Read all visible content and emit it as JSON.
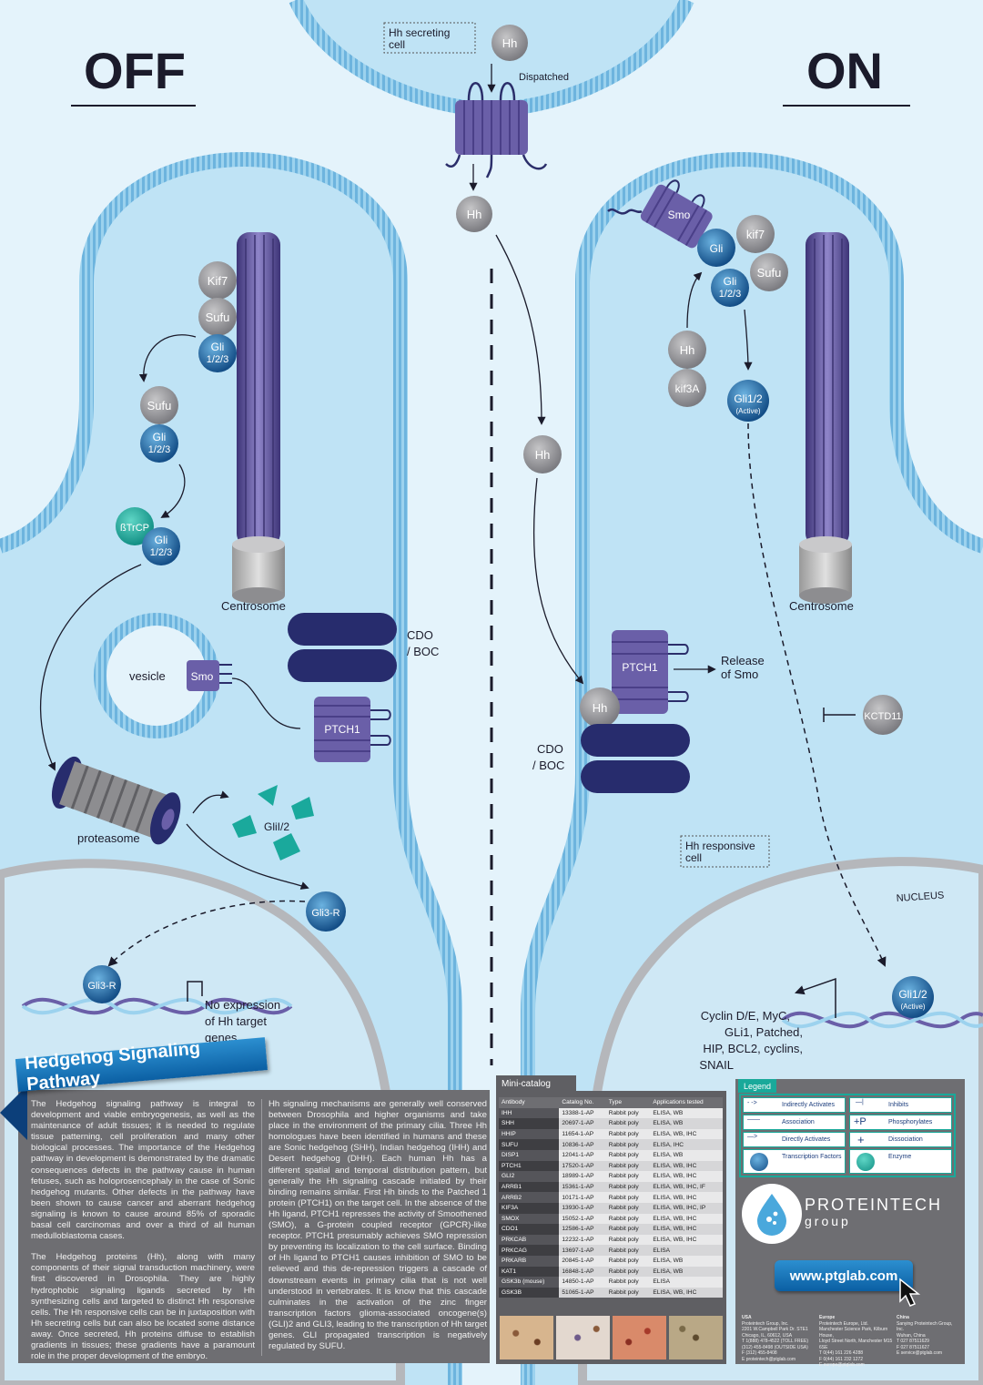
{
  "headings": {
    "off": "OFF",
    "on": "ON"
  },
  "labels": {
    "hh_secreting_cell_line1": "Hh secreting",
    "hh_secreting_cell_line2": "cell",
    "dispatched": "Dispatched",
    "hh": "Hh",
    "kif7": "Kif7",
    "kif7_lower": "kif7",
    "sufu": "Sufu",
    "gli": "Gli",
    "gli_123": "1/2/3",
    "btrcp": "ßTrCP",
    "centrosome": "Centrosome",
    "cdo_boc_line1": "CDO",
    "cdo_boc_line2": "/ BOC",
    "vesicle": "vesicle",
    "smo": "Smo",
    "ptch1": "PTCH1",
    "proteasome": "proteasome",
    "gli12": "GliI/2",
    "gli3r": "Gli3-R",
    "no_expr_line1": "No expression",
    "no_expr_line2": "of Hh target",
    "no_expr_line3": "genes",
    "release_line1": "Release",
    "release_line2": "of Smo",
    "kif3a": "kif3A",
    "gli12_active": "Gli1/2",
    "active": "(Active)",
    "kctd11": "KCTD11",
    "hh_responsive_line1": "Hh responsive",
    "hh_responsive_line2": "cell",
    "nucleus": "NUCLEUS",
    "targets": [
      "Cyclin D/E, MyC,",
      "GLi1, Patched,",
      "HIP, BCL2, cyclins,",
      "SNAIL"
    ]
  },
  "info": {
    "title": "Hedgehog Signaling Pathway",
    "col1_p1": "The Hedgehog signaling pathway is integral to development and viable embryogenesis, as well as the maintenance of adult tissues; it is needed to regulate tissue patterning, cell proliferation and many other biological processes. The importance of the Hedgehog pathway in development is demonstrated by the dramatic consequences defects in the pathway cause in human fetuses, such as holoprosencephaly in the case of Sonic hedgehog mutants. Other defects in the pathway have been shown to cause cancer and aberrant hedgehog signaling is known to cause around 85% of sporadic basal cell carcinomas and over a third of all human medulloblastoma cases.",
    "col1_p2": "The Hedgehog proteins (Hh), along with many components of their signal transduction machinery, were first discovered in Drosophila. They are highly hydrophobic signaling ligands secreted by Hh synthesizing cells and targeted to distinct Hh responsive cells. The Hh responsive cells can be in juxtaposition with Hh secreting cells but can also be located some distance away. Once secreted, Hh proteins diffuse to establish gradients in tissues; these gradients have a paramount role in the proper development of the embryo.",
    "col2_p1": "Hh signaling mechanisms are generally well conserved between Drosophila and higher organisms and take place in the environment of the primary cilia. Three Hh homologues have been identified in humans and these are Sonic hedgehog (SHH), Indian hedgehog (IHH) and Desert hedgehog (DHH). Each human Hh has a different spatial and temporal distribution pattern, but generally the Hh signaling cascade initiated by their binding remains similar. First Hh binds to the Patched 1 protein (PTCH1) on the target cell. In the absence of the Hh ligand, PTCH1 represses the activity of Smoothened (SMO), a G-protein coupled receptor (GPCR)-like receptor. PTCH1 presumably achieves SMO repression by preventing its localization to the cell surface. Binding of Hh ligand to PTCH1 causes inhibition of SMO to be relieved and this de-repression triggers a cascade of downstream events in primary cilia that is not well understood in vertebrates. It is know that this cascade culminates in the activation of the zinc finger transcription factors glioma-associated oncogene(s) (GLI)2 and GLI3, leading to the transcription of Hh target genes. GLI propagated transcription is negatively regulated by SUFU."
  },
  "catalog": {
    "tab": "Mini-catalog",
    "headers": [
      "Antibody",
      "Catalog No.",
      "Type",
      "Applications tested"
    ],
    "rows": [
      [
        "IHH",
        "13388-1-AP",
        "Rabbit poly",
        "ELISA, WB"
      ],
      [
        "SHH",
        "20697-1-AP",
        "Rabbit poly",
        "ELISA, WB"
      ],
      [
        "HHIP",
        "11654-1-AP",
        "Rabbit poly",
        "ELISA, WB, IHC"
      ],
      [
        "SUFU",
        "10836-1-AP",
        "Rabbit poly",
        "ELISA, IHC"
      ],
      [
        "DISP1",
        "12041-1-AP",
        "Rabbit poly",
        "ELISA, WB"
      ],
      [
        "PTCH1",
        "17520-1-AP",
        "Rabbit poly",
        "ELISA, WB, IHC"
      ],
      [
        "GLI2",
        "18989-1-AP",
        "Rabbit poly",
        "ELISA, WB, IHC"
      ],
      [
        "ARRB1",
        "15361-1-AP",
        "Rabbit poly",
        "ELISA, WB, IHC, IF"
      ],
      [
        "ARRB2",
        "10171-1-AP",
        "Rabbit poly",
        "ELISA, WB, IHC"
      ],
      [
        "KIF3A",
        "13930-1-AP",
        "Rabbit poly",
        "ELISA, WB, IHC, IP"
      ],
      [
        "SMOX",
        "15052-1-AP",
        "Rabbit poly",
        "ELISA, WB, IHC"
      ],
      [
        "CDO1",
        "12586-1-AP",
        "Rabbit poly",
        "ELISA, WB, IHC"
      ],
      [
        "PRKCAB",
        "12232-1-AP",
        "Rabbit poly",
        "ELISA, WB, IHC"
      ],
      [
        "PRKCAG",
        "13697-1-AP",
        "Rabbit poly",
        "ELISA"
      ],
      [
        "PRKARB",
        "20845-1-AP",
        "Rabbit poly",
        "ELISA, WB"
      ],
      [
        "KAT1",
        "16848-1-AP",
        "Rabbit poly",
        "ELISA, WB"
      ],
      [
        "GSK3b (mouse)",
        "14850-1-AP",
        "Rabbit poly",
        "ELISA"
      ],
      [
        "GSK3B",
        "51065-1-AP",
        "Rabbit poly",
        "ELISA, WB, IHC"
      ]
    ]
  },
  "legend": {
    "title": "Legend",
    "items": [
      "Indirectly Activates",
      "Inhibits",
      "Association",
      "Phosphorylates",
      "Directly Activates",
      "Dissociation",
      "Transcription Factors",
      "Enzyme"
    ],
    "symbols": [
      "+P",
      "+"
    ]
  },
  "brand": {
    "name": "PROTEINTECH",
    "sub": "group",
    "url": "www.ptglab.com"
  },
  "footer": {
    "usa_title": "USA",
    "usa_lines": [
      "Proteintech Group, Inc.",
      "2201 W.Campbell Park Dr. STE1",
      "Chicago, IL, 60612, USA",
      "T  1(888) 478-4522 (TOLL FREE)",
      "   (312) 455-8498 (OUTSIDE USA)",
      "F  (312) 455-8408",
      "E  proteintech@ptglab.com"
    ],
    "europe_title": "Europe",
    "europe_lines": [
      "Proteintech Europe, Ltd.",
      "Manchester Science Park, Kilburn House,",
      "Lloyd Street North, Manchester M15 6SE",
      "T  0(44) 161 226 4288",
      "F  0(44) 161 232 1272",
      "E  europe@ptglab.com"
    ],
    "china_title": "China",
    "china_lines": [
      "Sanying Proteintech Group, Inc.",
      "Wuhan, China",
      "T  027 87511629",
      "F  027 87511627",
      "E  service@ptglab.com"
    ]
  },
  "colors": {
    "membrane": "#7cc0e6",
    "purple": "#6a5fa8",
    "navy": "#272c6d",
    "grey": "#8f8f93",
    "blue_ball": "#1e6aa8",
    "teal": "#1aa99c",
    "panel": "#6e6e72"
  }
}
